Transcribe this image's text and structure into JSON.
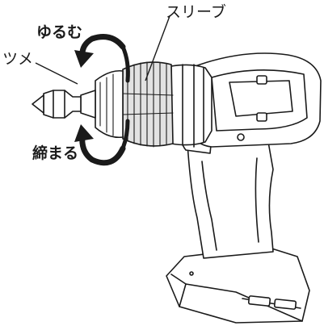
{
  "labels": {
    "sleeve": "スリーブ",
    "loosen": "ゆるむ",
    "jaw": "ツメ",
    "tighten": "締まる"
  },
  "colors": {
    "line": "#1a1a1a",
    "fill": "#ffffff",
    "shade": "#d9d9d9"
  }
}
